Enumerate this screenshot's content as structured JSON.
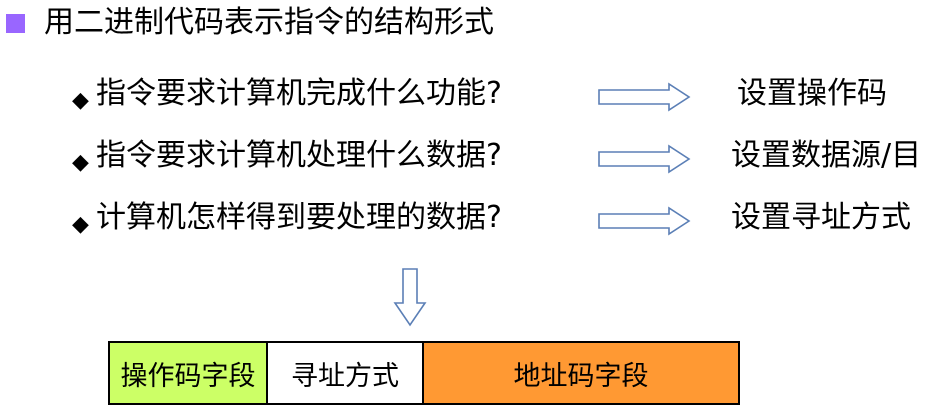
{
  "title": "用二进制代码表示指令的结构形式",
  "colors": {
    "bullet": "#9966ff",
    "arrow_stroke": "#5b7fb6",
    "opcode_field": "#ccff66",
    "addressing_field": "#ffffff",
    "address_field": "#ff9933"
  },
  "icons": {
    "title_bullet": "square-bullet",
    "question_bullet": "diamond-bullet",
    "row_arrow": "hollow-right-arrow",
    "down_arrow": "hollow-down-arrow"
  },
  "rows": [
    {
      "bullet": "◆",
      "question": "指令要求计算机完成什么功能?",
      "answer": "设置操作码"
    },
    {
      "bullet": "◆",
      "question": "指令要求计算机处理什么数据?",
      "answer": "设置数据源/目"
    },
    {
      "bullet": "◆",
      "question": "计算机怎样得到要处理的数据?",
      "answer": "设置寻址方式"
    }
  ],
  "instruction_format": {
    "fields": [
      "操作码字段",
      "寻址方式",
      "地址码字段"
    ]
  }
}
